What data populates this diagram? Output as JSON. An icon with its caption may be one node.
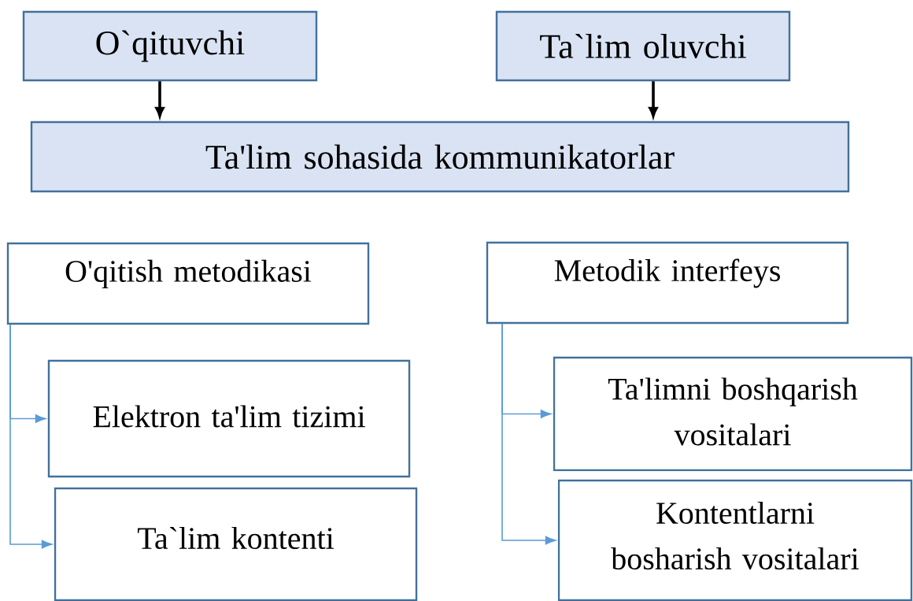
{
  "diagram": {
    "nodes": [
      {
        "text": [
          "O`qituvchi"
        ]
      },
      {
        "text": [
          "Ta`lim oluvchi"
        ]
      },
      {
        "text": [
          "Ta'lim sohasida kommunikatorlar"
        ]
      },
      {
        "text": [
          "O'qitish metodikasi"
        ]
      },
      {
        "text": [
          "Metodik interfeys"
        ]
      },
      {
        "text": [
          "Elektron ta'lim tizimi"
        ]
      },
      {
        "text": [
          "Ta`lim kontenti"
        ]
      },
      {
        "text": [
          "Ta'limni boshqarish vositalari"
        ]
      },
      {
        "text": [
          "Kontentlarni bosharish vositalari"
        ]
      }
    ],
    "edges": [
      {
        "from": 0,
        "to": 2,
        "arrow": "to",
        "style": "thick",
        "color": "#000000"
      },
      {
        "from": 1,
        "to": 2,
        "arrow": "to",
        "style": "thick",
        "color": "#000000"
      },
      {
        "from": 3,
        "to": 5,
        "arrow": "to"
      },
      {
        "from": 3,
        "to": 6,
        "arrow": "to"
      },
      {
        "from": 4,
        "to": 7,
        "arrow": "to"
      },
      {
        "from": 4,
        "to": 8,
        "arrow": "to"
      }
    ]
  }
}
